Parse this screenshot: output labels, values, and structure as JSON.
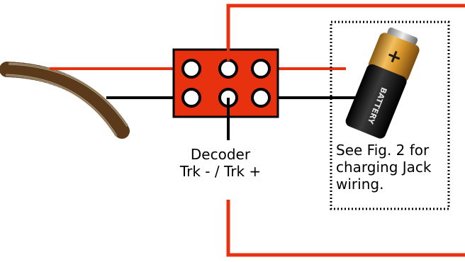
{
  "decoder_label": {
    "line1": "Decoder",
    "line2": "Trk - / Trk +"
  },
  "battery_label": "BATTERY",
  "note": {
    "line1": "See Fig. 2 for",
    "line2": "charging Jack",
    "line3": "wiring."
  },
  "colors": {
    "wire_red": "#e8320f",
    "wire_black": "#000000",
    "decoder_fill": "#e8320f",
    "pin_fill": "#ffffff",
    "battery_body": "#111111",
    "battery_band": "#d9962a"
  },
  "icons": [
    "track-icon",
    "battery-icon",
    "decoder-pin-block"
  ]
}
